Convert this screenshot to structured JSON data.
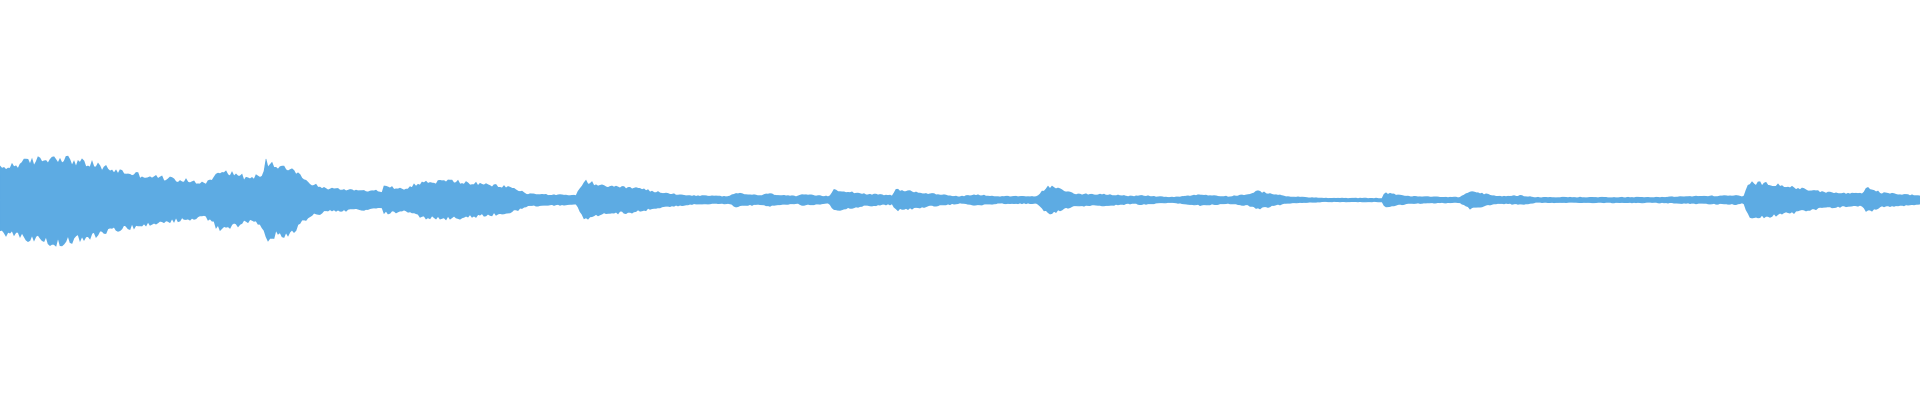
{
  "waveform": {
    "color": "#5dabe3",
    "background": "#ffffff",
    "envelope_keyframes": [
      [
        0.0,
        0.36
      ],
      [
        0.01,
        0.42
      ],
      [
        0.02,
        0.46
      ],
      [
        0.03,
        0.5
      ],
      [
        0.04,
        0.44
      ],
      [
        0.05,
        0.4
      ],
      [
        0.06,
        0.34
      ],
      [
        0.075,
        0.28
      ],
      [
        0.09,
        0.24
      ],
      [
        0.105,
        0.2
      ],
      [
        0.11,
        0.22
      ],
      [
        0.113,
        0.34
      ],
      [
        0.12,
        0.32
      ],
      [
        0.13,
        0.24
      ],
      [
        0.137,
        0.3
      ],
      [
        0.138,
        0.44
      ],
      [
        0.145,
        0.4
      ],
      [
        0.152,
        0.38
      ],
      [
        0.16,
        0.2
      ],
      [
        0.17,
        0.13
      ],
      [
        0.19,
        0.11
      ],
      [
        0.199,
        0.1
      ],
      [
        0.2,
        0.15
      ],
      [
        0.21,
        0.13
      ],
      [
        0.22,
        0.2
      ],
      [
        0.235,
        0.22
      ],
      [
        0.25,
        0.18
      ],
      [
        0.265,
        0.15
      ],
      [
        0.275,
        0.07
      ],
      [
        0.3,
        0.05
      ],
      [
        0.304,
        0.22
      ],
      [
        0.315,
        0.15
      ],
      [
        0.33,
        0.14
      ],
      [
        0.345,
        0.08
      ],
      [
        0.36,
        0.05
      ],
      [
        0.38,
        0.04
      ],
      [
        0.383,
        0.08
      ],
      [
        0.395,
        0.05
      ],
      [
        0.4,
        0.07
      ],
      [
        0.415,
        0.04
      ],
      [
        0.418,
        0.06
      ],
      [
        0.432,
        0.04
      ],
      [
        0.434,
        0.12
      ],
      [
        0.45,
        0.07
      ],
      [
        0.465,
        0.05
      ],
      [
        0.466,
        0.12
      ],
      [
        0.485,
        0.07
      ],
      [
        0.5,
        0.04
      ],
      [
        0.508,
        0.06
      ],
      [
        0.52,
        0.04
      ],
      [
        0.54,
        0.04
      ],
      [
        0.546,
        0.16
      ],
      [
        0.56,
        0.07
      ],
      [
        0.58,
        0.06
      ],
      [
        0.59,
        0.04
      ],
      [
        0.594,
        0.05
      ],
      [
        0.61,
        0.03
      ],
      [
        0.625,
        0.06
      ],
      [
        0.64,
        0.04
      ],
      [
        0.652,
        0.07
      ],
      [
        0.655,
        0.1
      ],
      [
        0.67,
        0.04
      ],
      [
        0.69,
        0.02
      ],
      [
        0.72,
        0.02
      ],
      [
        0.721,
        0.08
      ],
      [
        0.735,
        0.04
      ],
      [
        0.76,
        0.03
      ],
      [
        0.766,
        0.1
      ],
      [
        0.78,
        0.04
      ],
      [
        0.792,
        0.05
      ],
      [
        0.8,
        0.03
      ],
      [
        0.83,
        0.03
      ],
      [
        0.86,
        0.03
      ],
      [
        0.88,
        0.04
      ],
      [
        0.905,
        0.05
      ],
      [
        0.908,
        0.03
      ],
      [
        0.911,
        0.2
      ],
      [
        0.925,
        0.18
      ],
      [
        0.94,
        0.12
      ],
      [
        0.955,
        0.08
      ],
      [
        0.97,
        0.07
      ],
      [
        0.972,
        0.14
      ],
      [
        0.98,
        0.08
      ],
      [
        1.0,
        0.05
      ]
    ]
  }
}
